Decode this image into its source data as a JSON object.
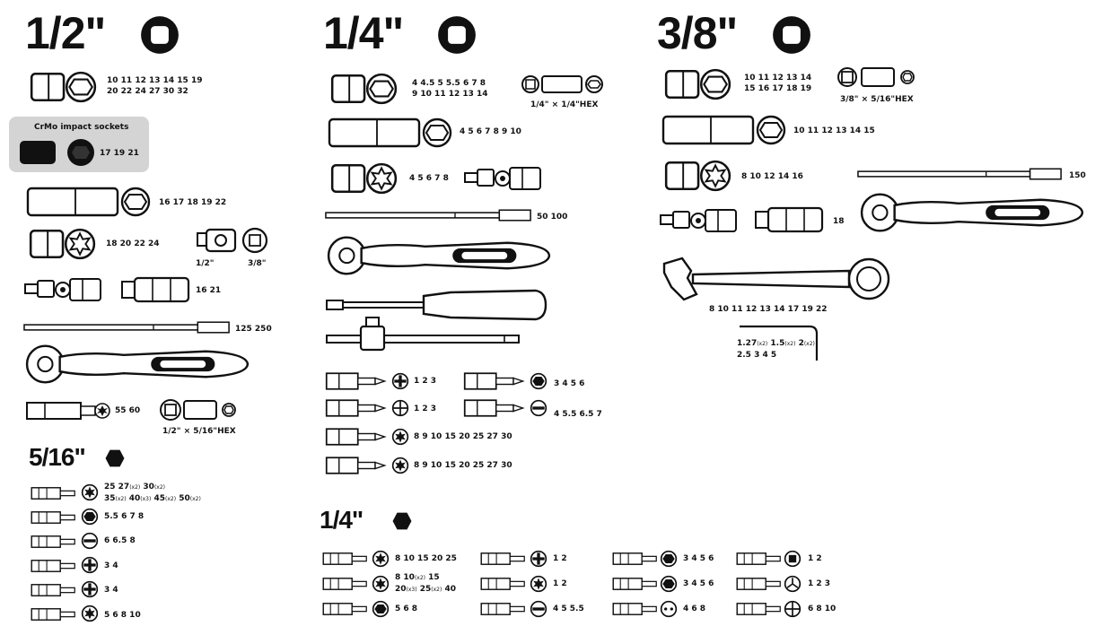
{
  "sections": {
    "half": {
      "title": "1/2\"",
      "sockets": {
        "sizes_line1": "10 11 12 13 14 15 19",
        "sizes_line2": "20 22 24 27 30 32"
      },
      "impact": {
        "label": "CrMo impact sockets",
        "sizes": "17 19 21"
      },
      "deep": {
        "sizes": "16 17 18 19 22"
      },
      "torx_sockets": {
        "sizes": "18 20 22 24"
      },
      "adapters": {
        "label_a": "1/2\"",
        "label_b": "3/8\""
      },
      "spark_plug": {
        "sizes": "16 21"
      },
      "extensions": {
        "sizes": "125 250"
      },
      "bit_holder": {
        "sizes": "55 60"
      },
      "hex_adapter": {
        "label": "1/2\" × 5/16\"HEX"
      }
    },
    "quarter": {
      "title": "1/4\"",
      "sockets": {
        "sizes_line1": "4 4.5 5 5.5 6 7 8",
        "sizes_line2": "9 10 11 12 13 14"
      },
      "hex_adapter": {
        "label": "1/4\" × 1/4\"HEX"
      },
      "deep": {
        "sizes": "4 5 6 7 8 9 10"
      },
      "torx_sockets": {
        "sizes": "4 5 6 7 8"
      },
      "extensions": {
        "sizes": "50 100"
      },
      "bits": [
        {
          "sizes": "1 2 3"
        },
        {
          "sizes": "1 2 3"
        },
        {
          "sizes": "8 9 10 15 20 25 27 30"
        },
        {
          "sizes": "8 9 10 15 20 25 27 30"
        },
        {
          "sizes": "3 4 5 6"
        },
        {
          "sizes": "4 5.5 6.5 7"
        }
      ]
    },
    "three_eighths": {
      "title": "3/8\"",
      "sockets": {
        "sizes_line1": "10 11 12 13 14",
        "sizes_line2": "15 16 17 18 19"
      },
      "hex_adapter": {
        "label": "3/8\" × 5/16\"HEX"
      },
      "deep": {
        "sizes": "10 11 12 13 14 15"
      },
      "torx_sockets": {
        "sizes": "8 10 12 14 16"
      },
      "extension": {
        "sizes": "150"
      },
      "spark_plug": {
        "sizes": "18"
      },
      "wrenches": {
        "sizes": "8 10 11 12 13 14 17 19 22"
      },
      "hex_keys": {
        "sizes_a": "1.27",
        "sizes_b": "1.5",
        "sizes_c": "2",
        "note": "(x2)",
        "sizes_line2": "2.5 3 4 5"
      }
    },
    "five_sixteenths": {
      "title": "5/16\"",
      "torx_line1_a": "25",
      "torx_line1_b": "27",
      "torx_line1_c": "30",
      "torx_line2_a": "35",
      "torx_line2_b": "40",
      "torx_line2_c": "45",
      "torx_line2_d": "50",
      "note_x2": "(x2)",
      "note_x3": "(x3)",
      "rows": [
        {
          "sizes": "5.5 6 7 8"
        },
        {
          "sizes": "6 6.5 8"
        },
        {
          "sizes": "3 4"
        },
        {
          "sizes": "3 4"
        },
        {
          "sizes": "5 6 8 10"
        }
      ]
    },
    "quarter_hex": {
      "title": "1/4\"",
      "col1": [
        {
          "sizes": "8 10 15 20 25"
        },
        {
          "sizes_a": "8",
          "sizes_b": "10",
          "sizes_c": "15",
          "sizes_d": "20",
          "sizes_e": "25",
          "sizes_f": "40"
        },
        {
          "sizes": "5 6 8"
        }
      ],
      "col2": [
        {
          "sizes": "1 2"
        },
        {
          "sizes": "1 2"
        },
        {
          "sizes": "4 5 5.5"
        }
      ],
      "col3": [
        {
          "sizes": "3 4 5 6"
        },
        {
          "sizes": "3 4 5 6"
        },
        {
          "sizes": "4 6 8"
        }
      ],
      "col4": [
        {
          "sizes": "1 2"
        },
        {
          "sizes": "1 2 3"
        },
        {
          "sizes": "6 8 10"
        }
      ],
      "note_x2": "(x2)",
      "note_x3": "(x3)"
    }
  }
}
